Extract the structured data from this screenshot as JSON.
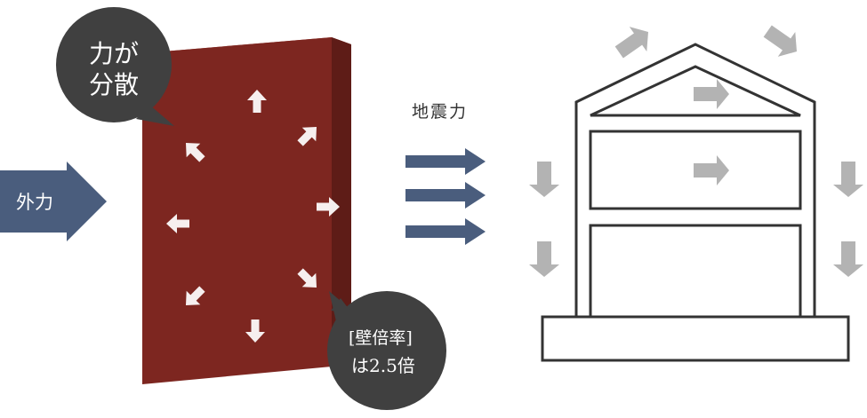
{
  "colors": {
    "wall_face": "#7d2620",
    "wall_top": "#a53a30",
    "wall_side": "#5e1c17",
    "arrow_blue": "#4a5d7d",
    "bubble": "#404040",
    "gray_arrow": "#b3b3b3",
    "house_line": "#333333"
  },
  "external_force": {
    "label": "外力"
  },
  "bubble_left": {
    "line1": "力が",
    "line2": "分散"
  },
  "bubble_right": {
    "line1": "[壁倍率]",
    "line2": "は2.5倍"
  },
  "earthquake": {
    "label": "地震力"
  },
  "icons": {
    "dispersal": "radial-arrow-icon",
    "force": "right-arrow-icon",
    "house_load": "gray-arrow-icon"
  }
}
